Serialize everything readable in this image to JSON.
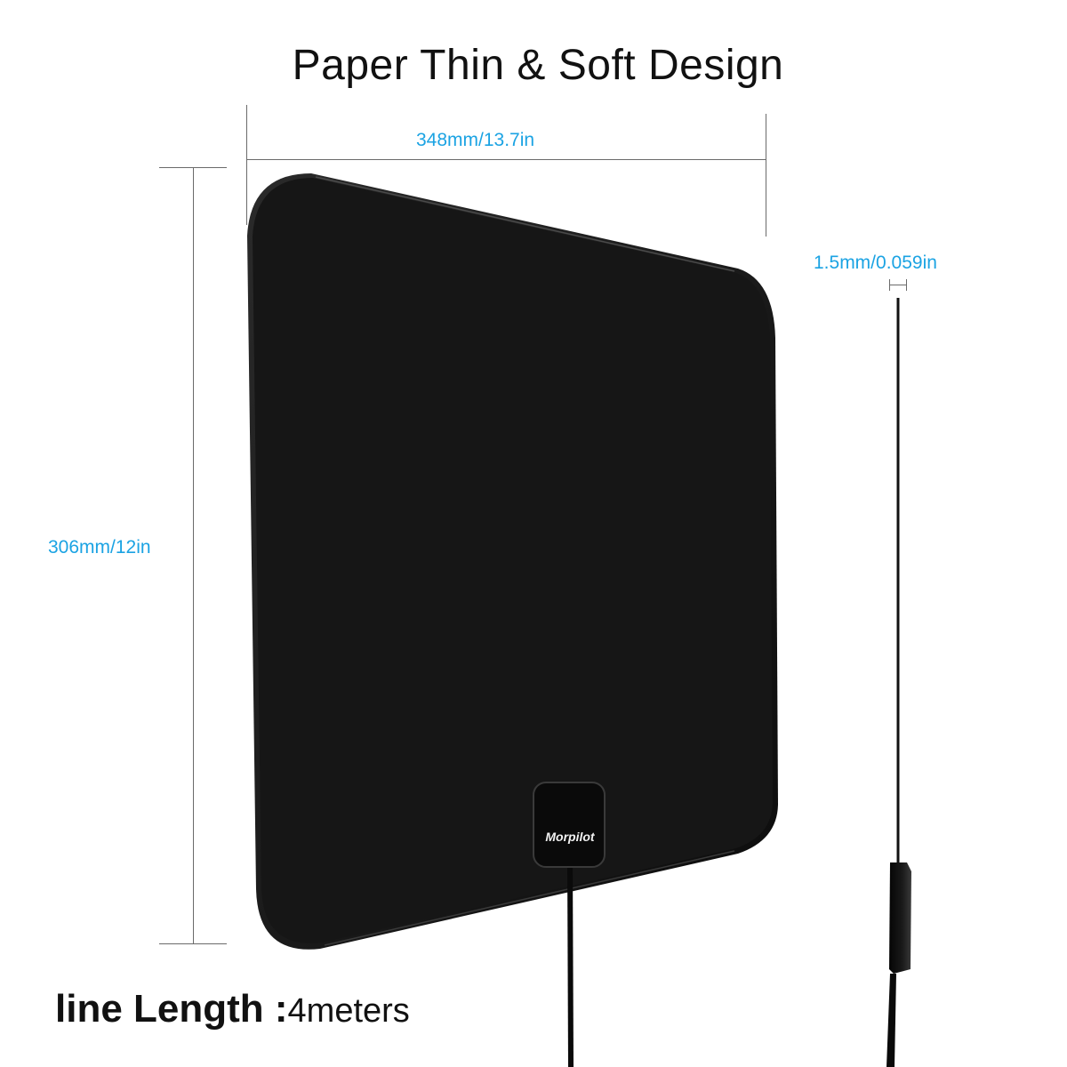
{
  "title": "Paper Thin & Soft Design",
  "dimensions": {
    "width_label": "348mm/13.7in",
    "height_label": "306mm/12in",
    "thickness_label": "1.5mm/0.059in"
  },
  "product": {
    "brand_logo": "Morpilot",
    "type": "flat-tv-antenna"
  },
  "cable": {
    "label_key": "line Length :",
    "label_value": "4meters"
  },
  "colors": {
    "dimension_text": "#1ba3e3",
    "panel": "#161616",
    "dimension_line": "#6a6a6a"
  }
}
